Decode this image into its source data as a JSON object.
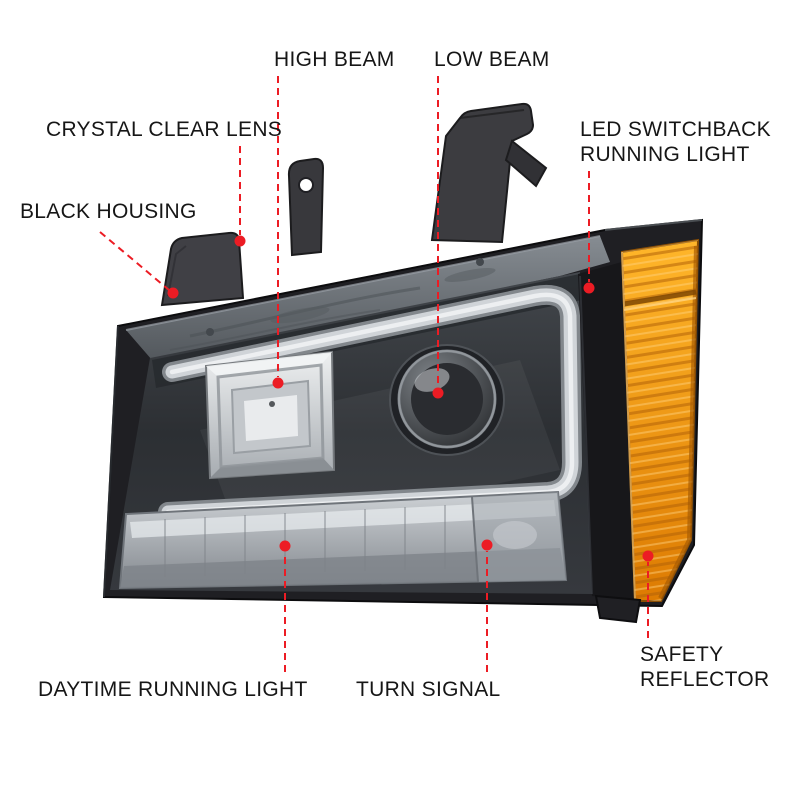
{
  "page": {
    "background": "#ffffff",
    "accent_color": "#ec1c24",
    "amber_color": "#f09a12",
    "housing_color": "#1f1f23"
  },
  "callouts": {
    "crystal_clear_lens": "CRYSTAL CLEAR LENS",
    "high_beam": "HIGH BEAM",
    "low_beam": "LOW BEAM",
    "led_switchback_line1": "LED SWITCHBACK",
    "led_switchback_line2": "RUNNING LIGHT",
    "black_housing": "BLACK HOUSING",
    "daytime_running_light": "DAYTIME RUNNING LIGHT",
    "turn_signal": "TURN SIGNAL",
    "safety_reflector_line1": "SAFETY",
    "safety_reflector_line2": "REFLECTOR"
  }
}
